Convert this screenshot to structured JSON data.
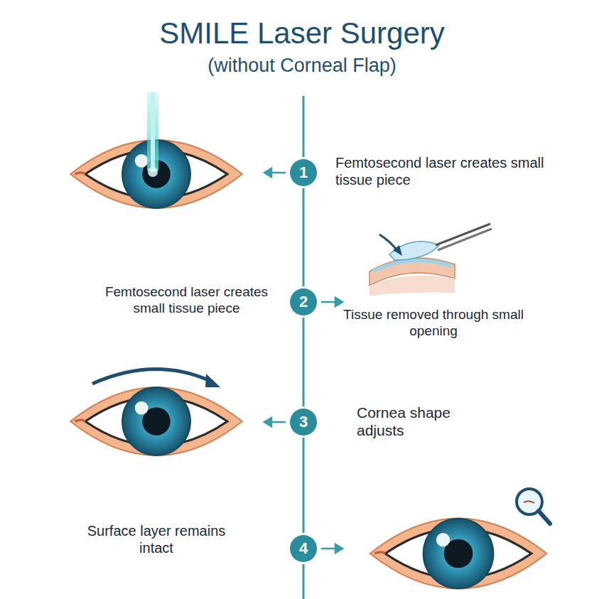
{
  "diagram": {
    "title": "SMILE Laser Surgery",
    "nodes": [
      {
        "text": [
          "1"
        ]
      },
      {
        "text": [
          "2"
        ]
      },
      {
        "text": [
          "3"
        ]
      },
      {
        "text": [
          "4"
        ]
      }
    ],
    "edges": [
      {
        "from": 0,
        "to": 1,
        "arrow": "none"
      },
      {
        "from": 1,
        "to": 2,
        "arrow": "none"
      },
      {
        "from": 2,
        "to": 3,
        "arrow": "none"
      }
    ],
    "labels": [
      "(without Corneal Flap)",
      "Femtosecond laser creates small tissue piece",
      "Femtosecond laser creates small tissue piece",
      "Tissue removed through small opening",
      "Cornea shape adjusts",
      "Surface layer remains intact"
    ]
  }
}
